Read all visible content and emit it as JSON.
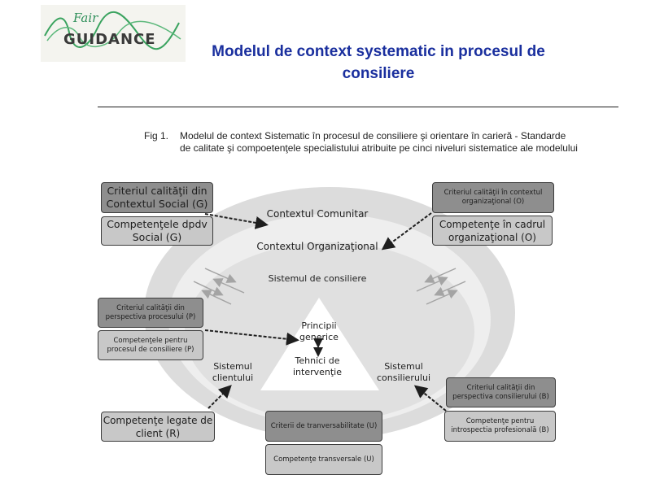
{
  "logo": {
    "small_text": "Fair",
    "word": "GUIDANCE"
  },
  "title": "Modelul de context systematic in procesul de consiliere",
  "figure": {
    "number": "Fig 1.",
    "caption": "Modelul de context Sistematic în procesul de consiliere şi orientare în carieră - Standarde de calitate şi compoetenţele specialistului atribuite pe cinci niveluri sistematice ale modelului"
  },
  "diagram": {
    "levels": {
      "community": "Contextul Comunitar",
      "organizational": "Contextul Organizaţional",
      "counseling": "Sistemul de consiliere"
    },
    "triangle": {
      "top": "Principii generice",
      "bottom": "Tehnici de intervenţie",
      "left": "Sistemul clientului",
      "right": "Sistemul consilierului"
    },
    "boxes": {
      "social_criteria": "Criteriul calităţii din Contextul Social (G)",
      "social_competence": "Competenţele dpdv Social (G)",
      "org_criteria": "Criteriul calităţii în contextul organizaţional (O)",
      "org_competence": "Competenţe în cadrul organizaţional  (O)",
      "process_criteria": "Criteriul calităţii din perspectiva procesului (P)",
      "process_competence": "Competenţele pentru procesul de consiliere (P)",
      "client_competence": "Competenţe legate de client (R)",
      "transversal_criteria": "Criterii de tranversabilitate (U)",
      "transversal_competence": "Competenţe transversale (U)",
      "counselor_criteria": "Criteriul calităţii din perspectiva consilierului (B)",
      "counselor_competence": "Competenţe pentru introspectia profesională (B)"
    }
  }
}
